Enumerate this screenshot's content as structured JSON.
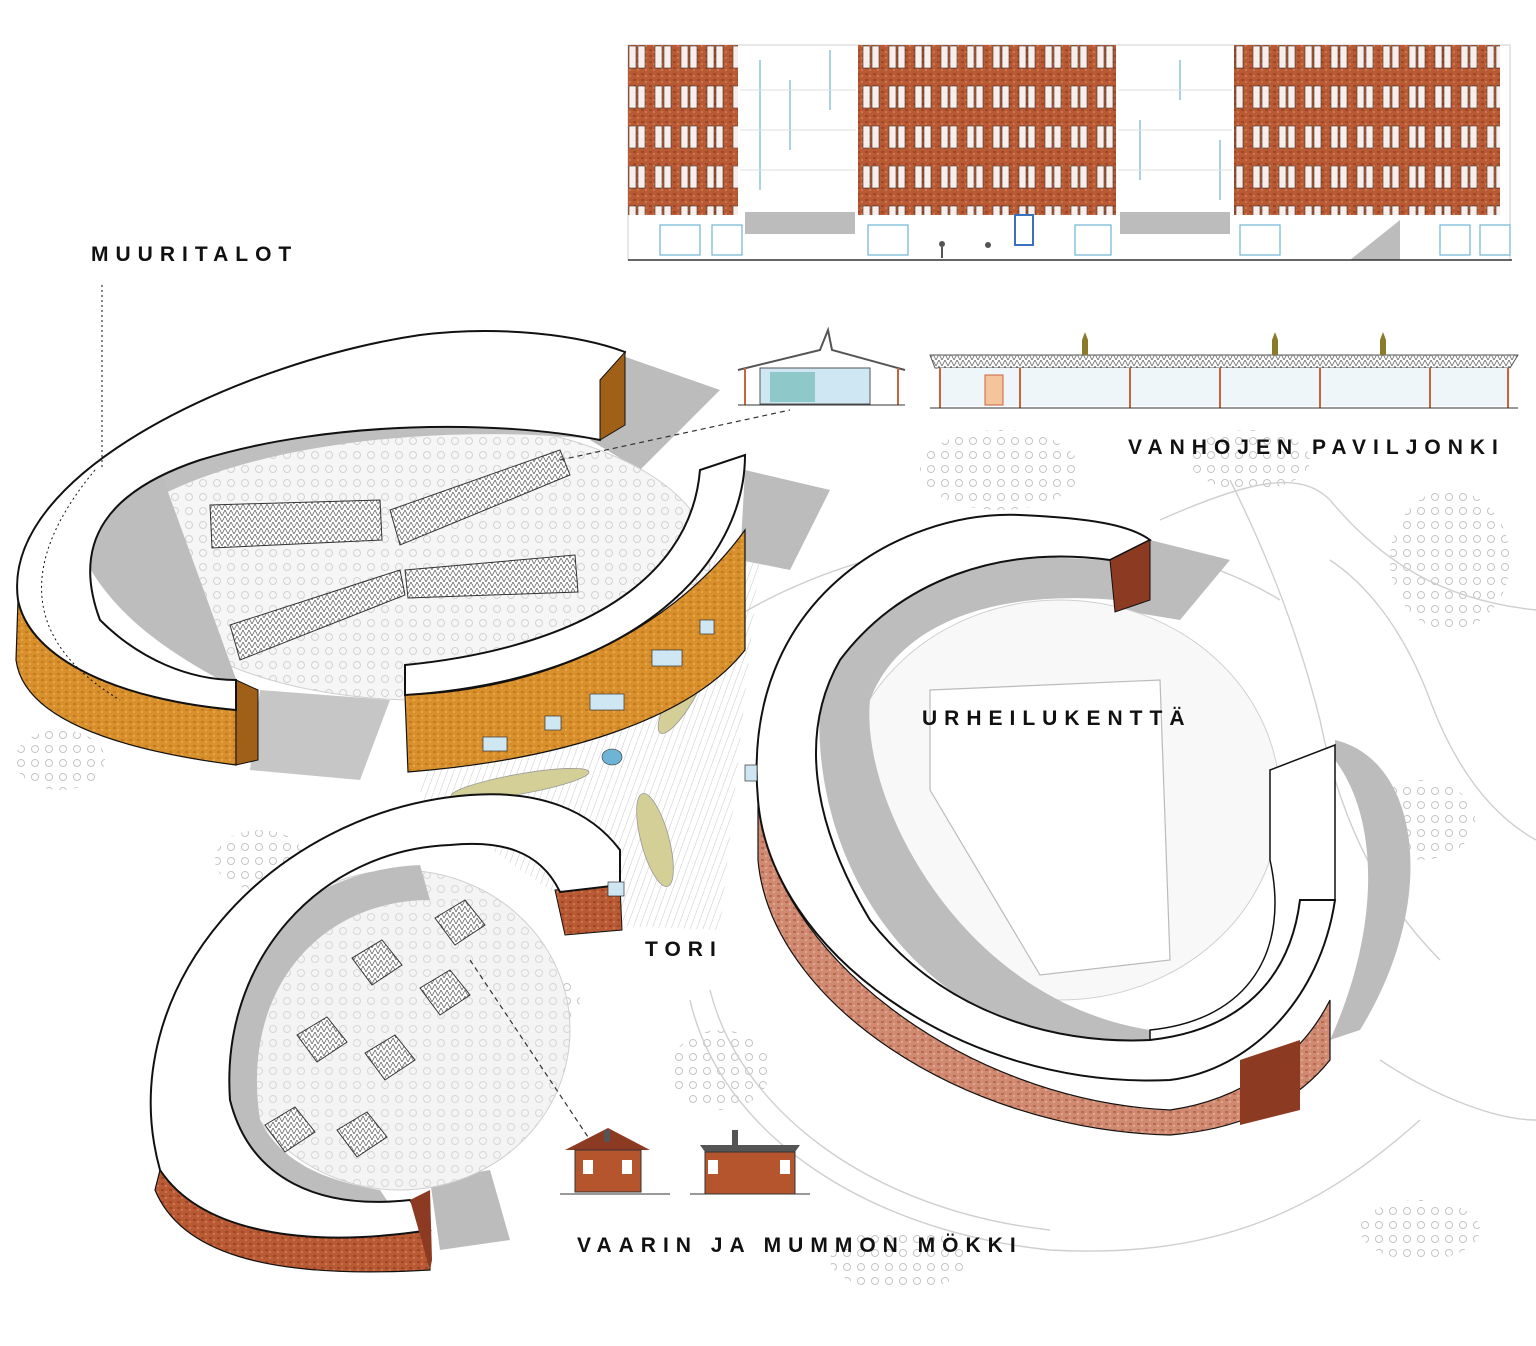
{
  "labels": {
    "muuritalot": "MUURITALOT",
    "vanhojen_paviljonki": "VANHOJEN PAVILJONKI",
    "urheilukentta": "URHEILUKENTTÄ",
    "tori": "TORI",
    "mokki": "VAARIN JA MUMMON MÖKKI"
  },
  "colors": {
    "ochre_brick": "#d8902c",
    "red_brick": "#b4552e",
    "dark_brick": "#8c3a22",
    "terracotta": "#c9643e",
    "shadow": "#b8b8b8",
    "glass_blue": "#6fb3d6",
    "ellipse_olive": "#d3cf96",
    "line": "#111111"
  }
}
